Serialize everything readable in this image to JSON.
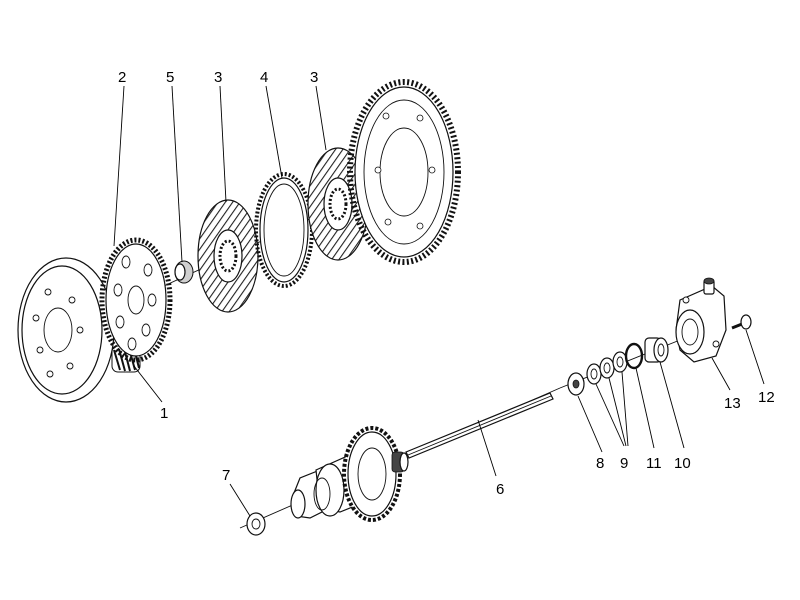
{
  "diagram": {
    "labels": {
      "p1": "1",
      "p2": "2",
      "p3a": "3",
      "p3b": "3",
      "p4": "4",
      "p5": "5",
      "p6": "6",
      "p7": "7",
      "p8": "8",
      "p9": "9",
      "p10": "10",
      "p11": "11",
      "p12": "12",
      "p13": "13"
    }
  }
}
